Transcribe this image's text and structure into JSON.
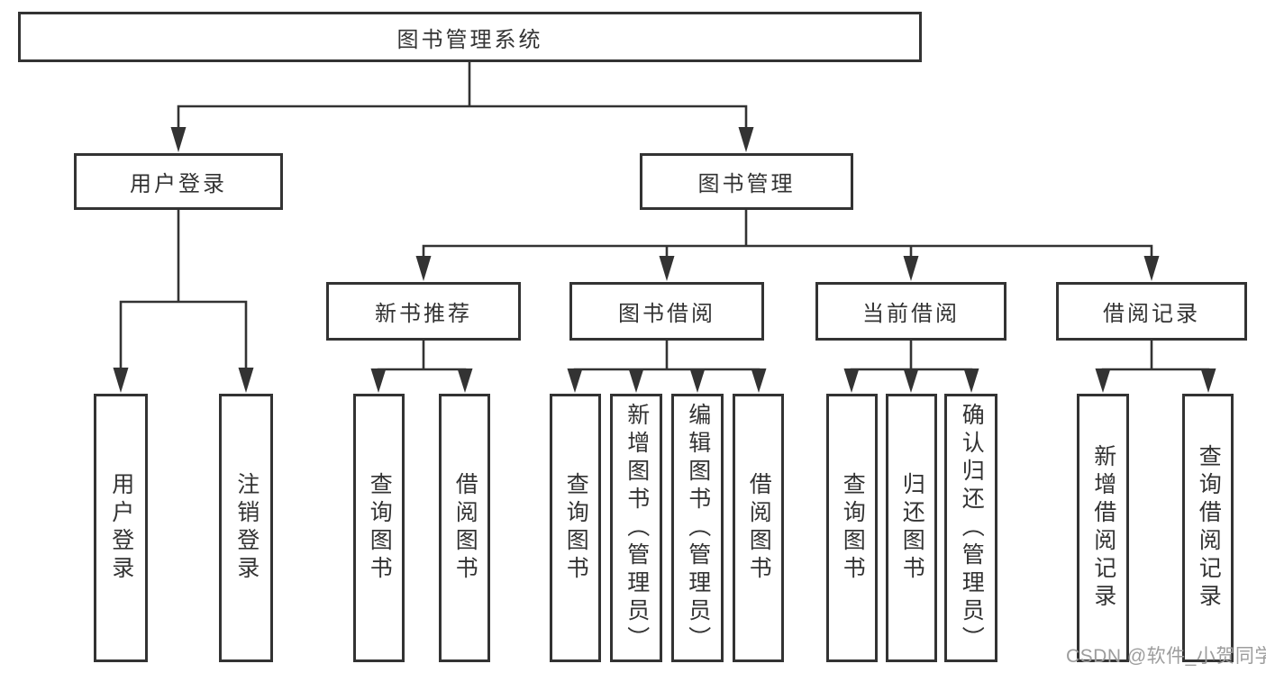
{
  "diagram": {
    "root": {
      "label": "图书管理系统",
      "children": [
        {
          "label": "用户登录",
          "children": [
            {
              "label": "用户登录"
            },
            {
              "label": "注销登录"
            }
          ]
        },
        {
          "label": "图书管理",
          "children": [
            {
              "label": "新书推荐",
              "children": [
                {
                  "label": "查询图书"
                },
                {
                  "label": "借阅图书"
                }
              ]
            },
            {
              "label": "图书借阅",
              "children": [
                {
                  "label": "查询图书"
                },
                {
                  "label": "新增图书（管理员）"
                },
                {
                  "label": "编辑图书（管理员）"
                },
                {
                  "label": "借阅图书"
                }
              ]
            },
            {
              "label": "当前借阅",
              "children": [
                {
                  "label": "查询图书"
                },
                {
                  "label": "归还图书"
                },
                {
                  "label": "确认归还（管理员）"
                }
              ]
            },
            {
              "label": "借阅记录",
              "children": [
                {
                  "label": "新增借阅记录"
                },
                {
                  "label": "查询借阅记录"
                }
              ]
            }
          ]
        }
      ]
    },
    "colors": {
      "line": "#333333",
      "text": "#333333",
      "box_background": "#ffffff",
      "watermark": "#9d9d9d"
    }
  },
  "watermark": {
    "label": "CSDN @软件_小贺同学"
  }
}
